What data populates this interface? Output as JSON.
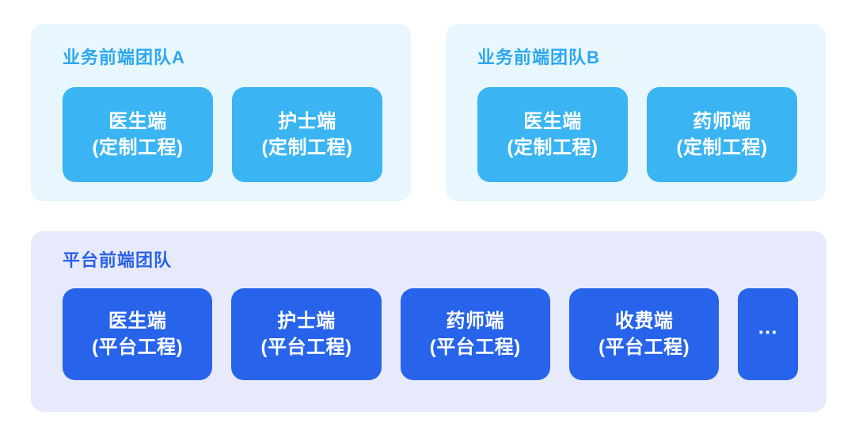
{
  "diagram": {
    "top_panels": [
      {
        "title": "业务前端团队A",
        "boxes": [
          {
            "name": "医生端",
            "note": "(定制工程)"
          },
          {
            "name": "护士端",
            "note": "(定制工程)"
          }
        ]
      },
      {
        "title": "业务前端团队B",
        "boxes": [
          {
            "name": "医生端",
            "note": "(定制工程)"
          },
          {
            "name": "药师端",
            "note": "(定制工程)"
          }
        ]
      }
    ],
    "bottom_panel": {
      "title": "平台前端团队",
      "boxes": [
        {
          "name": "医生端",
          "note": "(平台工程)"
        },
        {
          "name": "护士端",
          "note": "(平台工程)"
        },
        {
          "name": "药师端",
          "note": "(平台工程)"
        },
        {
          "name": "收费端",
          "note": "(平台工程)"
        }
      ],
      "more_label": "…"
    },
    "colors": {
      "page_bg": "#FFFFFF",
      "business_panel_bg": "#E8F6FD",
      "business_title_text": "#2BA7EE",
      "business_box_bg": "#3AB4F2",
      "platform_panel_bg": "#E7EAFB",
      "platform_title_text": "#2B62E8",
      "platform_box_bg": "#2764EB",
      "box_text": "#FFFFFF"
    }
  }
}
